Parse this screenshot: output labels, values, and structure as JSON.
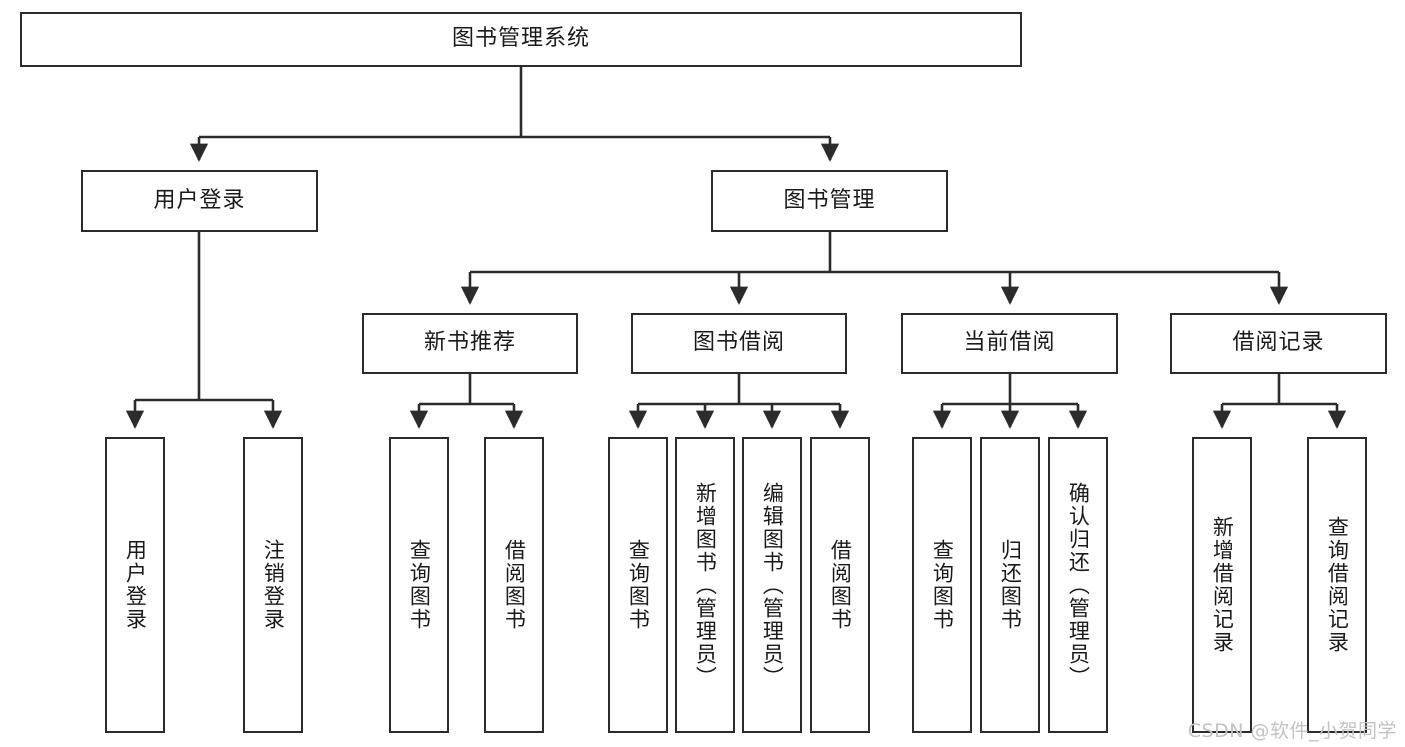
{
  "diagram": {
    "title": "图书管理系统",
    "type": "tree-hierarchy-diagram",
    "background_color": "#ffffff",
    "border_color": "#2b2b2b",
    "text_color": "#1a1a1a",
    "root": {
      "label": "图书管理系统"
    },
    "level2": [
      {
        "label": "用户登录"
      },
      {
        "label": "图书管理"
      }
    ],
    "level3": [
      {
        "label": "新书推荐"
      },
      {
        "label": "图书借阅"
      },
      {
        "label": "当前借阅"
      },
      {
        "label": "借阅记录"
      }
    ],
    "leaves": {
      "user_login": [
        {
          "label": "用户登录"
        },
        {
          "label": "注销登录"
        }
      ],
      "new_book_recommend": [
        {
          "label": "查询图书"
        },
        {
          "label": "借阅图书"
        }
      ],
      "book_borrow": [
        {
          "label": "查询图书"
        },
        {
          "label": "新增图书（管理员）"
        },
        {
          "label": "编辑图书（管理员）"
        },
        {
          "label": "借阅图书"
        }
      ],
      "current_borrow": [
        {
          "label": "查询图书"
        },
        {
          "label": "归还图书"
        },
        {
          "label": "确认归还（管理员）"
        }
      ],
      "borrow_record": [
        {
          "label": "新增借阅记录"
        },
        {
          "label": "查询借阅记录"
        }
      ]
    },
    "watermark": "CSDN @软件_小贺同学"
  }
}
